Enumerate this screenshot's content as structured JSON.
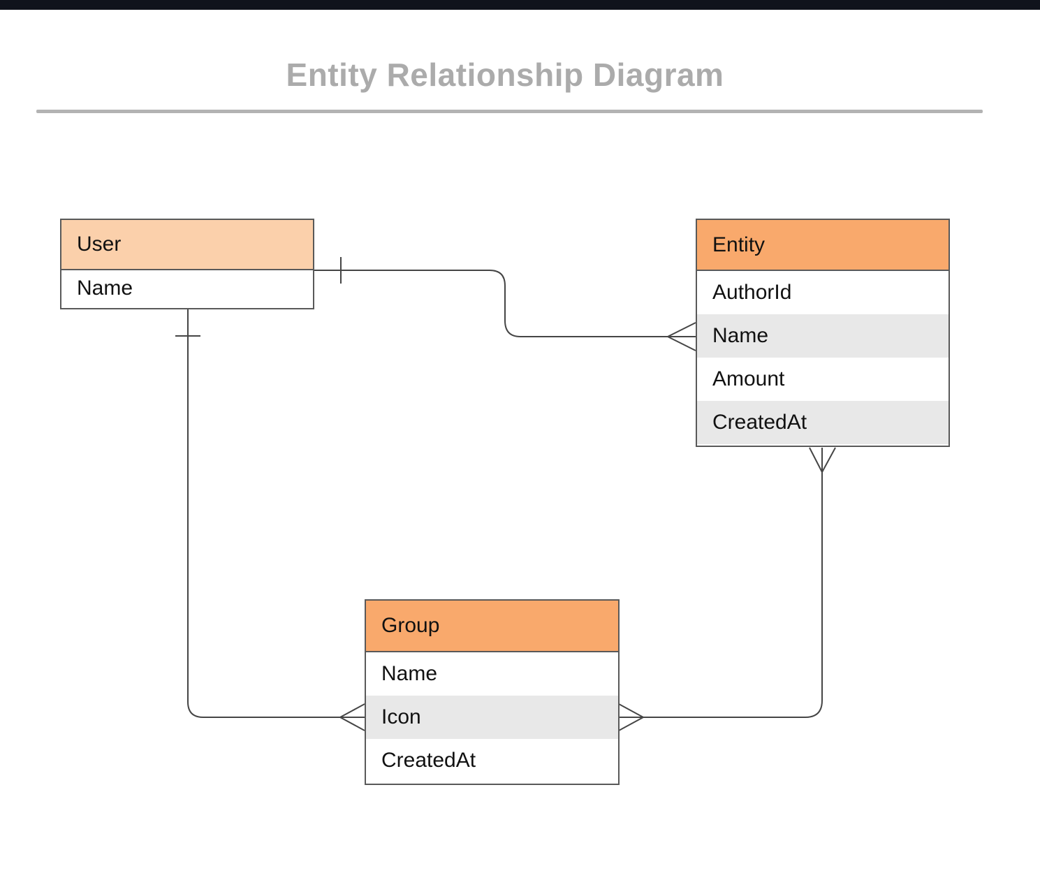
{
  "page": {
    "title": "Entity Relationship Diagram"
  },
  "colors": {
    "canvas_bg": "#ffffff",
    "top_bar": "#10131c",
    "title_text": "#ababab",
    "divider": "#b3b3b3",
    "user_header_fill": "#fbd0ab",
    "orange_header_fill": "#f9a96c",
    "row_alt_fill": "#e8e8e8",
    "table_border": "#595959",
    "connector": "#454545",
    "text": "#111111"
  },
  "entities": {
    "user": {
      "title": "User",
      "rows": [
        "Name"
      ]
    },
    "entity": {
      "title": "Entity",
      "rows": [
        "AuthorId",
        "Name",
        "Amount",
        "CreatedAt"
      ]
    },
    "group": {
      "title": "Group",
      "rows": [
        "Name",
        "Icon",
        "CreatedAt"
      ]
    }
  },
  "relationships": [
    {
      "from": "User",
      "to": "Entity",
      "from_cardinality": "one",
      "to_cardinality": "many",
      "notation": "tick / crow's foot"
    },
    {
      "from": "User",
      "to": "Group",
      "from_cardinality": "one",
      "to_cardinality": "many",
      "notation": "tick / crow's foot"
    },
    {
      "from": "Entity",
      "to": "Group",
      "from_cardinality": "many",
      "to_cardinality": "many",
      "notation": "crow's foot / crow's foot"
    }
  ]
}
